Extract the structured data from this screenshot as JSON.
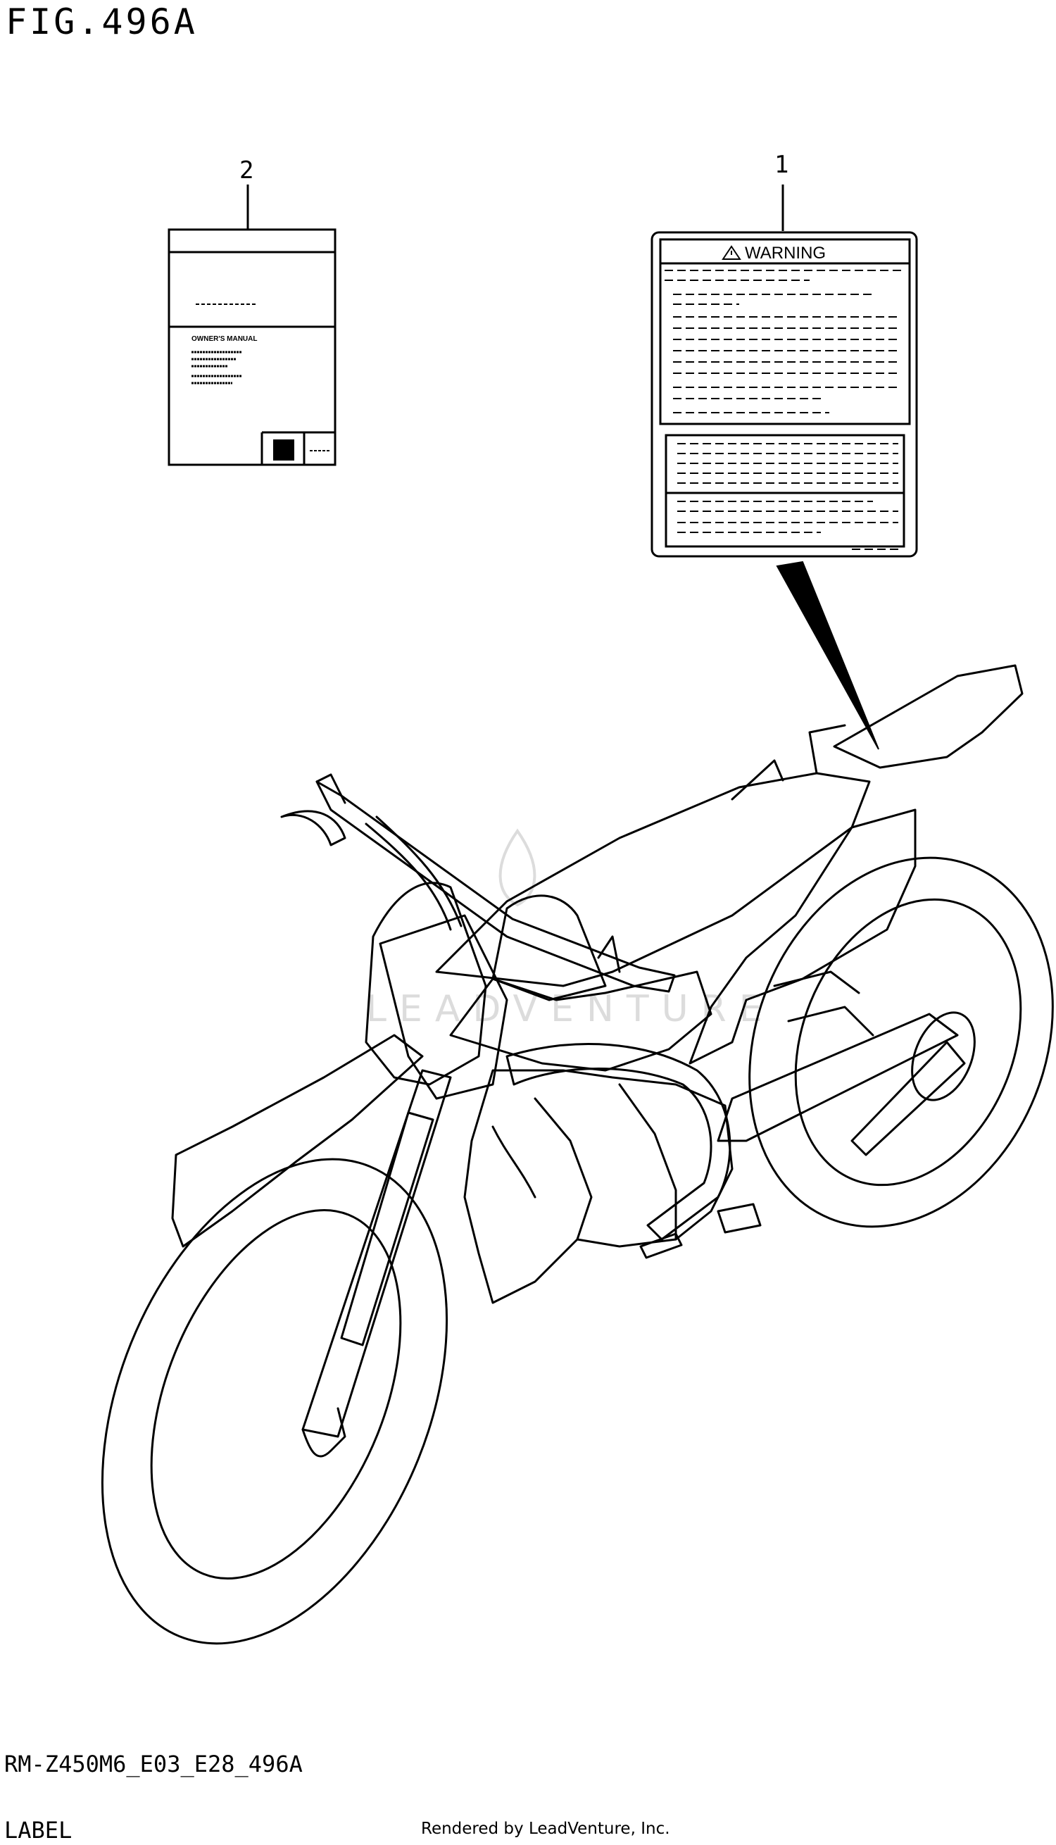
{
  "figure": {
    "title": "FIG.496A"
  },
  "callouts": [
    {
      "number": "1",
      "part": "warning-label"
    },
    {
      "number": "2",
      "part": "owners-manual"
    }
  ],
  "warning_label": {
    "heading": "WARNING"
  },
  "manual": {
    "text": "OWNER'S MANUAL"
  },
  "footer": {
    "model_code": "RM-Z450M6_E03_E28_496A",
    "section": "LABEL",
    "credit": "Rendered by LeadVenture, Inc."
  },
  "watermark": {
    "text": "LEADVENTURE"
  },
  "colors": {
    "line": "#000000",
    "background": "#ffffff",
    "watermark": "#d9d9d9"
  }
}
